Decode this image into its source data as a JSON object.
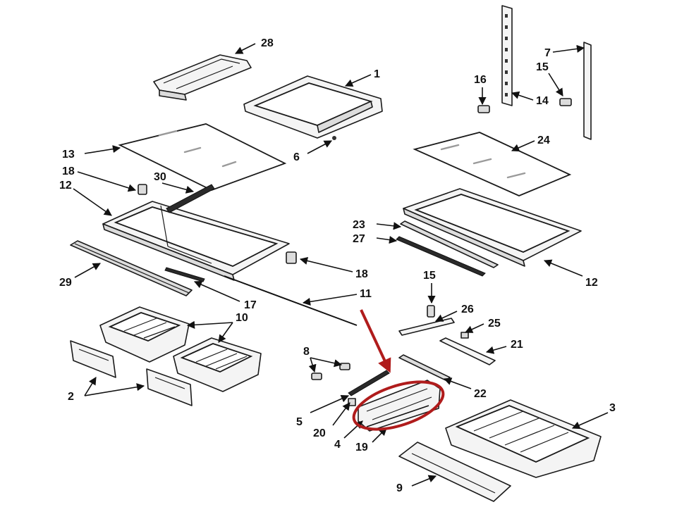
{
  "callouts": {
    "p1": "1",
    "p2": "2",
    "p3": "3",
    "p4": "4",
    "p5": "5",
    "p6": "6",
    "p7": "7",
    "p8": "8",
    "p9": "9",
    "p10": "10",
    "p11": "11",
    "p12a": "12",
    "p12b": "12",
    "p13": "13",
    "p14": "14",
    "p15a": "15",
    "p15b": "15",
    "p16": "16",
    "p17": "17",
    "p18a": "18",
    "p18b": "18",
    "p19": "19",
    "p20": "20",
    "p21": "21",
    "p22": "22",
    "p23": "23",
    "p24": "24",
    "p25": "25",
    "p26": "26",
    "p27": "27",
    "p28": "28",
    "p29": "29",
    "p30": "30"
  },
  "highlight": {
    "color": "#b01c1c",
    "target_part": "4"
  },
  "icons": [
    "red-arrow-icon",
    "highlight-ellipse"
  ]
}
